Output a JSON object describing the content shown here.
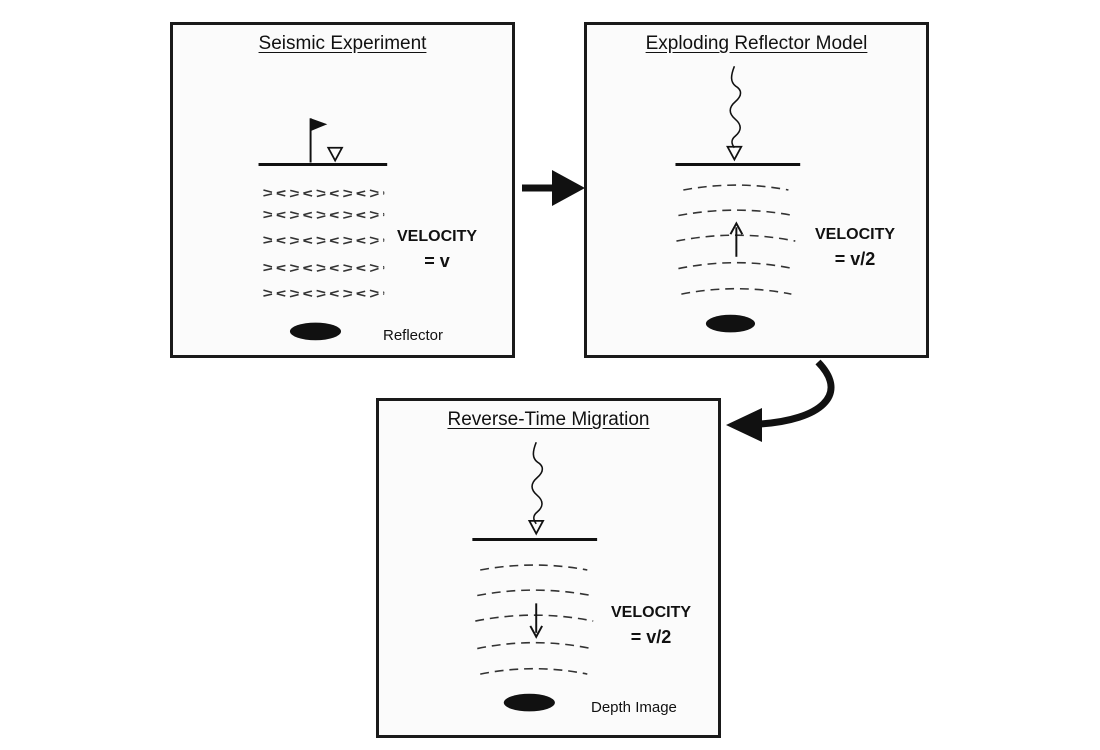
{
  "panels": {
    "seismic": {
      "title": "Seismic Experiment",
      "velocity_label": "VELOCITY",
      "velocity_value": "= v",
      "annotation": "Reflector"
    },
    "exploding": {
      "title": "Exploding Reflector Model",
      "velocity_label": "VELOCITY",
      "velocity_value": "= v/2"
    },
    "rtm": {
      "title": "Reverse-Time Migration",
      "velocity_label": "VELOCITY",
      "velocity_value": "= v/2",
      "annotation": "Depth Image"
    }
  },
  "icons": {
    "source": "flag-icon",
    "receiver": "triangle-receiver-icon",
    "wavelet": "wavelet-icon",
    "reflector": "ellipse-reflector-icon"
  },
  "colors": {
    "ink": "#111111",
    "panel_border": "#1a1a1a"
  }
}
